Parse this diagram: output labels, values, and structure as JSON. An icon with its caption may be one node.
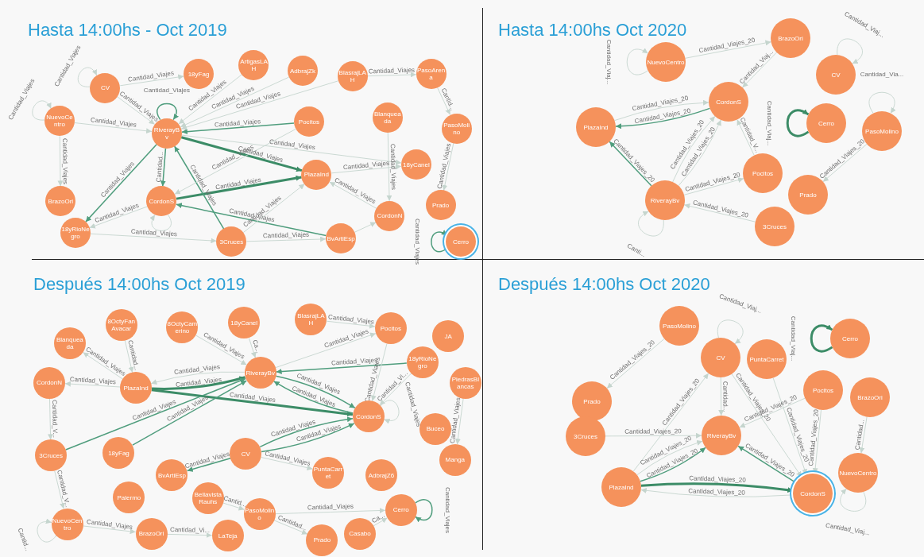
{
  "diagram": {
    "nodes": [
      {
        "text": [
          "CV"
        ]
      },
      {
        "text": [
          "18yFag"
        ]
      },
      {
        "text": [
          "ArtigasLAH"
        ]
      },
      {
        "text": [
          "AdbrajZk"
        ]
      },
      {
        "text": [
          "BlasrajLAH"
        ]
      },
      {
        "text": [
          "PasoArena"
        ]
      },
      {
        "text": [
          "NuevoCentro"
        ]
      },
      {
        "text": [
          "RiverayBv"
        ]
      },
      {
        "text": [
          "Pocitos"
        ]
      },
      {
        "text": [
          "Blanqueada"
        ]
      },
      {
        "text": [
          "PasoMolino"
        ]
      },
      {
        "text": [
          "BrazoOri"
        ]
      },
      {
        "text": [
          "18yCanel"
        ]
      },
      {
        "text": [
          "CordonS"
        ]
      },
      {
        "text": [
          "PlazaInd"
        ]
      },
      {
        "text": [
          "Prado"
        ]
      },
      {
        "text": [
          "CordonN"
        ]
      },
      {
        "text": [
          "18yRioNegro"
        ]
      },
      {
        "text": [
          "3Cruces"
        ]
      },
      {
        "text": [
          "BvArtiEsp"
        ]
      },
      {
        "text": [
          "Cerro"
        ]
      },
      {
        "text": [
          "BrazoOri"
        ]
      },
      {
        "text": [
          "NuevoCentro"
        ]
      },
      {
        "text": [
          "CV"
        ]
      },
      {
        "text": [
          "CordonS"
        ]
      },
      {
        "text": [
          "Cerro"
        ]
      },
      {
        "text": [
          "PasoMolino"
        ]
      },
      {
        "text": [
          "PlazaInd"
        ]
      },
      {
        "text": [
          "Pocitos"
        ]
      },
      {
        "text": [
          "Prado"
        ]
      },
      {
        "text": [
          "RiverayBv"
        ]
      },
      {
        "text": [
          "3Cruces"
        ]
      },
      {
        "text": [
          "8OctyFan Avacar"
        ]
      },
      {
        "text": [
          "8OctyCamerino"
        ]
      },
      {
        "text": [
          "18yCanel"
        ]
      },
      {
        "text": [
          "BlasrajLAH"
        ]
      },
      {
        "text": [
          "Pocitos"
        ]
      },
      {
        "text": [
          "JA"
        ]
      },
      {
        "text": [
          "Blanqueada"
        ]
      },
      {
        "text": [
          "RiverayBv"
        ]
      },
      {
        "text": [
          "18yRioNegro"
        ]
      },
      {
        "text": [
          "CordonN"
        ]
      },
      {
        "text": [
          "PlazaInd"
        ]
      },
      {
        "text": [
          "PiedrasBlancas"
        ]
      },
      {
        "text": [
          "CordonS"
        ]
      },
      {
        "text": [
          "Buceo"
        ]
      },
      {
        "text": [
          "3Cruces"
        ]
      },
      {
        "text": [
          "18yFag"
        ]
      },
      {
        "text": [
          "CV"
        ]
      },
      {
        "text": [
          "Manga"
        ]
      },
      {
        "text": [
          "BvArtiEsp"
        ]
      },
      {
        "text": [
          "PuntaCarret"
        ]
      },
      {
        "text": [
          "AdbrajZ6"
        ]
      },
      {
        "text": [
          "Palermo"
        ]
      },
      {
        "text": [
          "Bellavista Rauhs"
        ]
      },
      {
        "text": [
          "Cerro"
        ]
      },
      {
        "text": [
          "PasoMolino"
        ]
      },
      {
        "text": [
          "NuevoCentro"
        ]
      },
      {
        "text": [
          "Casabo"
        ]
      },
      {
        "text": [
          "BrazoOri"
        ]
      },
      {
        "text": [
          "Prado"
        ]
      },
      {
        "text": [
          "LaTeja"
        ]
      },
      {
        "text": [
          "PasoMolino"
        ]
      },
      {
        "text": [
          "Cerro"
        ]
      },
      {
        "text": [
          "PuntaCarret"
        ]
      },
      {
        "text": [
          "CV"
        ]
      },
      {
        "text": [
          "Pocitos"
        ]
      },
      {
        "text": [
          "Prado"
        ]
      },
      {
        "text": [
          "BrazoOri"
        ]
      },
      {
        "text": [
          "RiverayBv"
        ]
      },
      {
        "text": [
          "3Cruces"
        ]
      },
      {
        "text": [
          "NuevoCentro"
        ]
      },
      {
        "text": [
          "PlazaInd"
        ]
      },
      {
        "text": [
          "CordonS"
        ]
      }
    ],
    "edges": [
      {
        "from": 0,
        "to": 0,
        "arrow": "to",
        "label": "Cantidad_Viajes"
      },
      {
        "from": 6,
        "to": 6,
        "arrow": "to",
        "label": "Cantidad_Viajes"
      },
      {
        "from": 6,
        "to": 11,
        "arrow": "to",
        "label": "Cantidad_Viajes"
      },
      {
        "from": 0,
        "to": 1,
        "arrow": "to",
        "label": "Cantidad_Viajes"
      },
      {
        "from": 7,
        "to": 7,
        "arrow": "to",
        "label": "Cantidad_Viajes",
        "color": "#4f9d7d"
      },
      {
        "from": 7,
        "to": 14,
        "arrow": "to",
        "label": "Cantidad_Viajes",
        "style": "thick",
        "color": "#3c8c67"
      },
      {
        "from": 13,
        "to": 14,
        "arrow": "to",
        "label": "Cantidad_Viajes",
        "style": "thick",
        "color": "#3c8c67"
      },
      {
        "from": 7,
        "to": 13,
        "arrow": "to",
        "label": "Cantidad...",
        "color": "#4f9d7d"
      },
      {
        "from": 8,
        "to": 7,
        "arrow": "to",
        "label": "Cantidad_Viajes",
        "color": "#4f9d7d"
      },
      {
        "from": 7,
        "to": 17,
        "arrow": "to",
        "label": "Cantidad_Viajes",
        "color": "#4f9d7d"
      },
      {
        "from": 18,
        "to": 7,
        "arrow": "to",
        "label": "Cantidad_Viajes",
        "color": "#4f9d7d"
      },
      {
        "from": 19,
        "to": 13,
        "arrow": "to",
        "label": "Cantidad_Viajes",
        "color": "#4f9d7d"
      },
      {
        "from": 7,
        "to": 12,
        "arrow": "to",
        "label": "Cantidad_Viajes"
      },
      {
        "from": 14,
        "to": 12,
        "arrow": "to",
        "label": "Cantidad_Viajes"
      },
      {
        "from": 20,
        "to": 20,
        "arrow": "to",
        "label": "Cantidad_Viajes",
        "color": "#4f9d7d"
      },
      {
        "from": 5,
        "to": 10,
        "arrow": "to",
        "label": "Cantid..."
      },
      {
        "from": 10,
        "to": 15,
        "arrow": "to",
        "label": "Cantidad_Viajes"
      },
      {
        "from": 4,
        "to": 5,
        "arrow": "to",
        "label": "Cantidad_Viajes"
      },
      {
        "from": 18,
        "to": 19,
        "arrow": "to",
        "label": "Cantidad_Viajes"
      },
      {
        "from": 13,
        "to": 13,
        "arrow": "to"
      },
      {
        "from": 17,
        "to": 18,
        "arrow": "to",
        "label": "Cantidad_Viajes"
      },
      {
        "from": 16,
        "to": 14,
        "arrow": "to",
        "label": "Cantidad_Viajes"
      },
      {
        "from": 18,
        "to": 14,
        "arrow": "to",
        "label": "Cantidad_Viajes"
      },
      {
        "from": 13,
        "to": 17,
        "arrow": "to",
        "label": "Cantidad_Viajes"
      },
      {
        "from": 8,
        "to": 13,
        "arrow": "to",
        "label": "Cantidad_Viajes"
      },
      {
        "from": 2,
        "to": 7,
        "arrow": "to",
        "label": "Cantidad_Viajes"
      },
      {
        "from": 3,
        "to": 7,
        "arrow": "to",
        "label": "Cantidad_Viajes"
      },
      {
        "from": 4,
        "to": 7,
        "arrow": "to",
        "label": "Cantidad_Viajes"
      },
      {
        "from": 0,
        "to": 7,
        "arrow": "to",
        "label": "Cantidad_Viajes"
      },
      {
        "from": 6,
        "to": 7,
        "arrow": "to",
        "label": "Cantidad_Viajes"
      },
      {
        "from": 9,
        "to": 16,
        "arrow": "to",
        "label": "Cantidad_Viajes"
      },
      {
        "from": 19,
        "to": 16,
        "arrow": "to"
      },
      {
        "from": 22,
        "to": 22,
        "arrow": "to",
        "label": "Cantidad_Viaj..."
      },
      {
        "from": 22,
        "to": 21,
        "arrow": "to",
        "label": "Cantidad_Viajes_20"
      },
      {
        "from": 21,
        "to": 24,
        "arrow": "to",
        "label": "Cantidad_Viaj..."
      },
      {
        "from": 23,
        "to": 23,
        "arrow": "to",
        "label": "Cantidad_Viaj..."
      },
      {
        "from": 24,
        "to": 27,
        "arrow": "to",
        "label": "Cantidad_Viajes_20",
        "color": "#4f9d7d"
      },
      {
        "from": 27,
        "to": 24,
        "arrow": "to",
        "label": "Cantidad_Viajes_20"
      },
      {
        "from": 25,
        "to": 25,
        "arrow": "to",
        "label": "Cantidad_Viaj...",
        "style": "thick",
        "color": "#3c8c67"
      },
      {
        "from": 26,
        "to": 26,
        "arrow": "to",
        "label": "Cantidad_Via..."
      },
      {
        "from": 26,
        "to": 29,
        "arrow": "to",
        "label": "Cantidad_Viajes_20"
      },
      {
        "from": 30,
        "to": 27,
        "arrow": "to",
        "label": "Cantidad_Viajes_20",
        "color": "#4f9d7d"
      },
      {
        "from": 30,
        "to": 24,
        "arrow": "to",
        "label": "Cantidad_Viajes_20"
      },
      {
        "from": 30,
        "to": 24,
        "arrow": "to",
        "label": "Cantidad_Viajes_20"
      },
      {
        "from": 28,
        "to": 24,
        "arrow": "to",
        "label": "Cantidad_V..."
      },
      {
        "from": 30,
        "to": 28,
        "arrow": "to",
        "label": "Cantidad_Viajes_20"
      },
      {
        "from": 31,
        "to": 30,
        "arrow": "to",
        "label": "Cantidad_Viajes_20"
      },
      {
        "from": 30,
        "to": 30,
        "arrow": "to",
        "label": "Canti..."
      },
      {
        "from": 42,
        "to": 39,
        "arrow": "to",
        "label": "Cantidad_Viajes",
        "style": "thick",
        "color": "#3c8c67"
      },
      {
        "from": 42,
        "to": 44,
        "arrow": "to",
        "label": "Cantidad_Viajes",
        "style": "thick",
        "color": "#3c8c67"
      },
      {
        "from": 39,
        "to": 44,
        "arrow": "to",
        "label": "Cantidad_Viajes",
        "color": "#4f9d7d"
      },
      {
        "from": 44,
        "to": 39,
        "arrow": "to",
        "label": "Cantidad_Viajes",
        "color": "#4f9d7d"
      },
      {
        "from": 40,
        "to": 39,
        "arrow": "to",
        "label": "Cantidad_Viajes",
        "color": "#4f9d7d"
      },
      {
        "from": 48,
        "to": 44,
        "arrow": "to",
        "label": "Cantidad_Viajes",
        "color": "#4f9d7d"
      },
      {
        "from": 48,
        "to": 44,
        "arrow": "to",
        "label": "Cantidad_Viajes",
        "color": "#4f9d7d"
      },
      {
        "from": 46,
        "to": 39,
        "arrow": "to",
        "label": "Cantidad_Viajes",
        "color": "#4f9d7d"
      },
      {
        "from": 47,
        "to": 39,
        "arrow": "to",
        "label": "Cantidad_Viajes",
        "color": "#4f9d7d"
      },
      {
        "from": 48,
        "to": 50,
        "arrow": "to",
        "label": "Cantidad_Viajes",
        "color": "#4f9d7d"
      },
      {
        "from": 39,
        "to": 42,
        "arrow": "to",
        "label": "Cantidad_Viajes"
      },
      {
        "from": 42,
        "to": 38,
        "arrow": "to",
        "label": "Cantidad_Viajes"
      },
      {
        "from": 42,
        "to": 41,
        "arrow": "to",
        "label": "Cantidad_Viajes"
      },
      {
        "from": 32,
        "to": 42,
        "arrow": "to",
        "label": "Cantidad..."
      },
      {
        "from": 41,
        "to": 46,
        "arrow": "to",
        "label": "Cantidad_V..."
      },
      {
        "from": 46,
        "to": 57,
        "arrow": "to",
        "label": "Cantidad_V..."
      },
      {
        "from": 57,
        "to": 59,
        "arrow": "to",
        "label": "Cantidad_Viajes"
      },
      {
        "from": 57,
        "to": 57,
        "arrow": "to",
        "label": "Cantid..."
      },
      {
        "from": 35,
        "to": 36,
        "arrow": "to",
        "label": "Cantidad_Viajes"
      },
      {
        "from": 39,
        "to": 36,
        "arrow": "to",
        "label": "Cantidad_Viajes"
      },
      {
        "from": 36,
        "to": 44,
        "arrow": "to",
        "label": "Cantidad_Viajes"
      },
      {
        "from": 40,
        "to": 44,
        "arrow": "to",
        "label": "Cantidad_Vi..."
      },
      {
        "from": 44,
        "to": 44,
        "arrow": "to",
        "label": "Cantidad_Viajes"
      },
      {
        "from": 43,
        "to": 49,
        "arrow": "to",
        "label": "Cantidad_Viajes"
      },
      {
        "from": 56,
        "to": 60,
        "arrow": "to",
        "label": "Cantidad..."
      },
      {
        "from": 56,
        "to": 55,
        "arrow": "to",
        "label": "Cantidad_Viajes"
      },
      {
        "from": 55,
        "to": 55,
        "arrow": "to",
        "label": "Cantidad_Viajes",
        "color": "#4f9d7d"
      },
      {
        "from": 58,
        "to": 55,
        "arrow": "to",
        "label": "Ca..."
      },
      {
        "from": 33,
        "to": 39,
        "arrow": "to",
        "label": "Cantidad_Viajes"
      },
      {
        "from": 34,
        "to": 39,
        "arrow": "to",
        "label": "Ca..."
      },
      {
        "from": 48,
        "to": 51,
        "arrow": "to",
        "label": "Cantidad_Viajes"
      },
      {
        "from": 59,
        "to": 61,
        "arrow": "to",
        "label": "Cantidad_Vi..."
      },
      {
        "from": 54,
        "to": 56,
        "arrow": "to",
        "label": "Cantid..."
      },
      {
        "from": 65,
        "to": 65,
        "arrow": "to",
        "label": "Cantidad_Viaj..."
      },
      {
        "from": 62,
        "to": 67,
        "arrow": "to",
        "label": "Cantidad_Viajes_20"
      },
      {
        "from": 65,
        "to": 69,
        "arrow": "to",
        "label": "Cantidad..."
      },
      {
        "from": 65,
        "to": 73,
        "arrow": "to",
        "label": "Cantidad_Viajes_20"
      },
      {
        "from": 72,
        "to": 65,
        "arrow": "to",
        "label": "Cantidad_Viajes_20"
      },
      {
        "from": 63,
        "to": 63,
        "arrow": "to",
        "label": "Cantidad_Viaj...",
        "style": "thick",
        "color": "#3c8c67"
      },
      {
        "from": 64,
        "to": 73,
        "arrow": "to",
        "label": "Cantidad_Viajes_20"
      },
      {
        "from": 66,
        "to": 69,
        "arrow": "to",
        "label": "Cantidad_Viajes_20"
      },
      {
        "from": 66,
        "to": 73,
        "arrow": "to",
        "label": "Cantidad_Viajes_20"
      },
      {
        "from": 70,
        "to": 69,
        "arrow": "to",
        "label": "Cantidad_Viajes_20"
      },
      {
        "from": 72,
        "to": 69,
        "arrow": "to",
        "label": "Cantidad_Viajes_20",
        "color": "#4f9d7d"
      },
      {
        "from": 72,
        "to": 69,
        "arrow": "to",
        "label": "Cantidad_Viajes_20"
      },
      {
        "from": 73,
        "to": 69,
        "arrow": "to",
        "label": "Cantidad_Viajes_20",
        "color": "#4f9d7d"
      },
      {
        "from": 72,
        "to": 73,
        "arrow": "to",
        "label": "Cantidad_Viajes_20",
        "style": "thick",
        "color": "#3c8c67"
      },
      {
        "from": 73,
        "to": 72,
        "arrow": "to",
        "label": "Cantidad_Viajes_20"
      },
      {
        "from": 68,
        "to": 71,
        "arrow": "to",
        "label": "Cantidad..."
      },
      {
        "from": 71,
        "to": 71,
        "arrow": "to",
        "label": "Cantidad_Viaj..."
      }
    ],
    "labels": [
      "Hasta 14:00hs -  Oct 2019",
      "Hasta 14:00hs Oct 2020",
      "Después 14:00hs Oct 2019",
      "Después 14:00hs Oct 2020"
    ]
  }
}
